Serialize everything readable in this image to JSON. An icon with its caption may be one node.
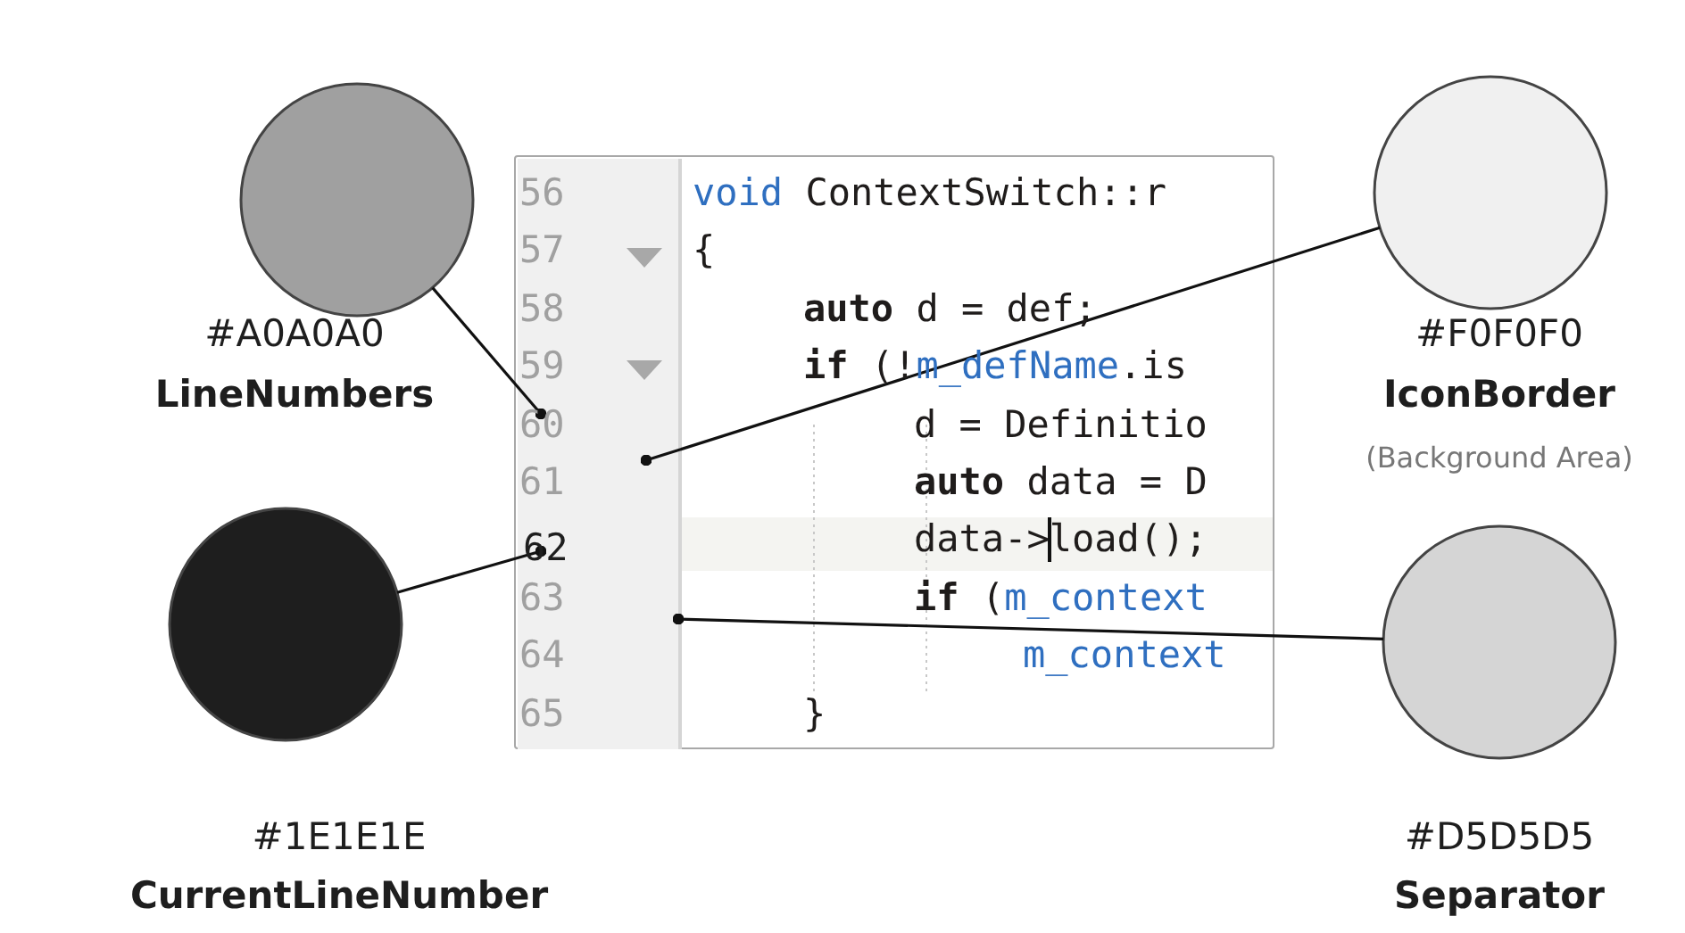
{
  "diagram": {
    "nodes": [
      {
        "text": [
          "#A0A0A0",
          "LineNumbers"
        ]
      },
      {
        "text": [
          "#F0F0F0",
          "IconBorder",
          "(Background Area)"
        ]
      },
      {
        "text": [
          "#1E1E1E",
          "CurrentLineNumber"
        ]
      },
      {
        "text": [
          "#D5D5D5",
          "Separator"
        ]
      },
      {
        "text": [],
        "shape": "box"
      },
      {
        "text": [],
        "shape": "bar",
        "in": 4
      },
      {
        "text": [
          "62"
        ],
        "in": 5
      },
      {
        "text": [],
        "shape": "bar",
        "in": 4
      },
      {
        "text": [],
        "shape": "bar",
        "in": 4
      }
    ],
    "edges": [
      {
        "from": 0,
        "to": 5,
        "arrow": "other"
      },
      {
        "from": 1,
        "to": 7,
        "arrow": "other"
      },
      {
        "from": 2,
        "to": 6,
        "arrow": "other"
      },
      {
        "from": 3,
        "to": 8,
        "arrow": "other"
      }
    ],
    "labels": [
      "56",
      "void ContextSwitch::r",
      "57",
      "{",
      "58",
      "**auto** d = def;",
      "59",
      "**if** (!m_defName.is",
      "60",
      "d = Definitio",
      "61",
      "**auto** data = D",
      "data->load();",
      "63",
      "**if** (m_context",
      "64",
      "m_context",
      "65",
      "}"
    ]
  }
}
